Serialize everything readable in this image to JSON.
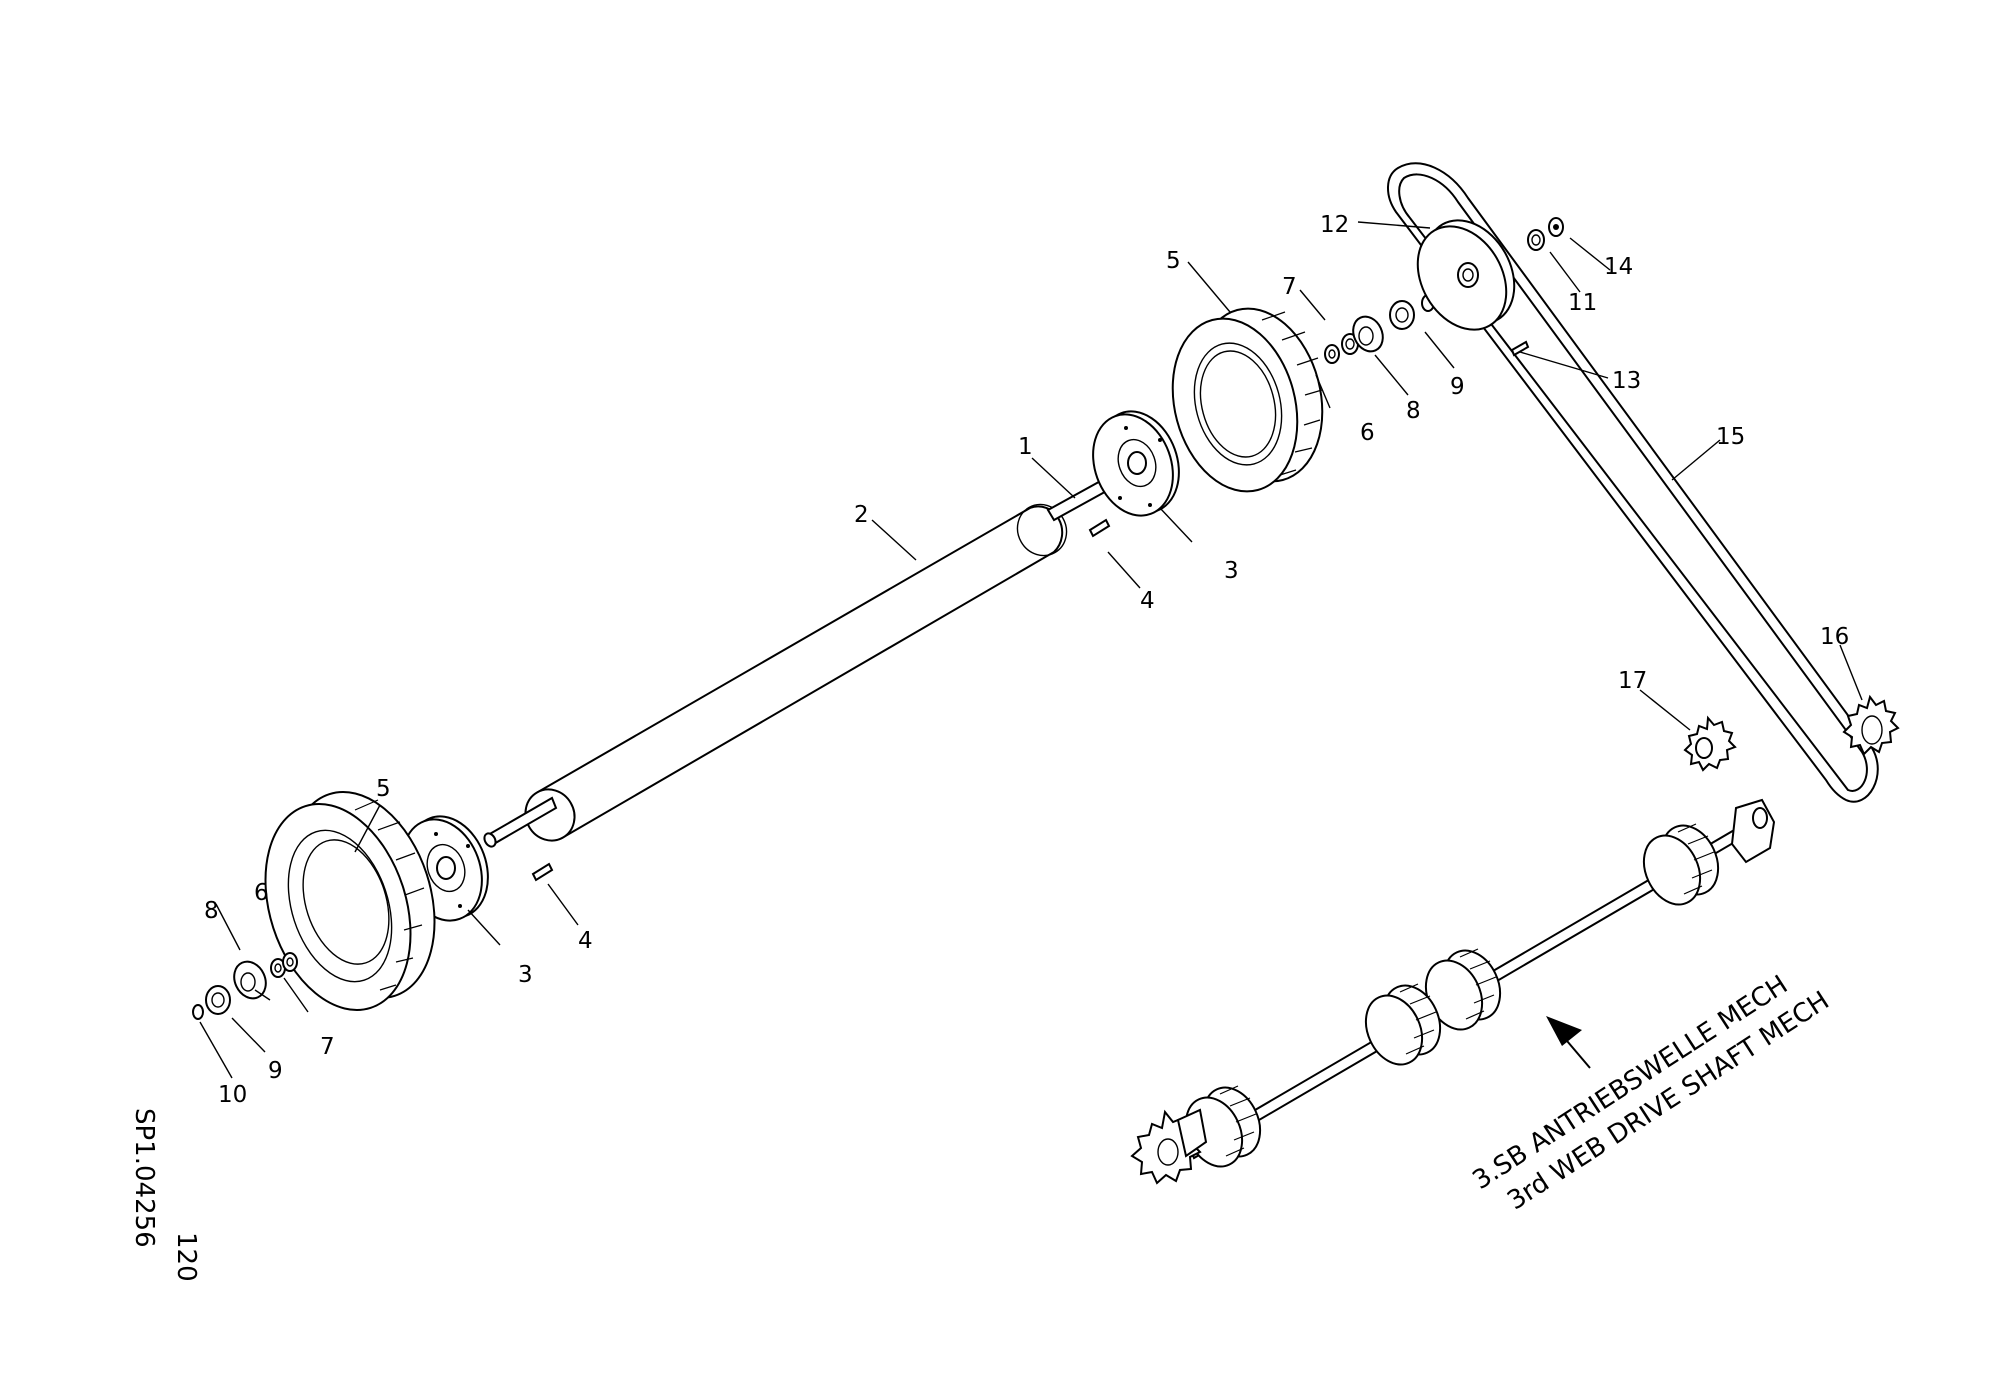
{
  "drawing": {
    "callouts": [
      "1",
      "2",
      "3",
      "4",
      "5",
      "6",
      "7",
      "8",
      "9",
      "10",
      "11",
      "12",
      "13",
      "14",
      "15",
      "16",
      "17",
      "3",
      "4",
      "5",
      "6",
      "7",
      "8",
      "9"
    ],
    "caption": [
      "3.SB ANTRIEBSWELLE MECH",
      "3rd WEB DRIVE SHAFT MECH"
    ],
    "sheet_number": "120",
    "drawing_id": "SP1.04256"
  }
}
